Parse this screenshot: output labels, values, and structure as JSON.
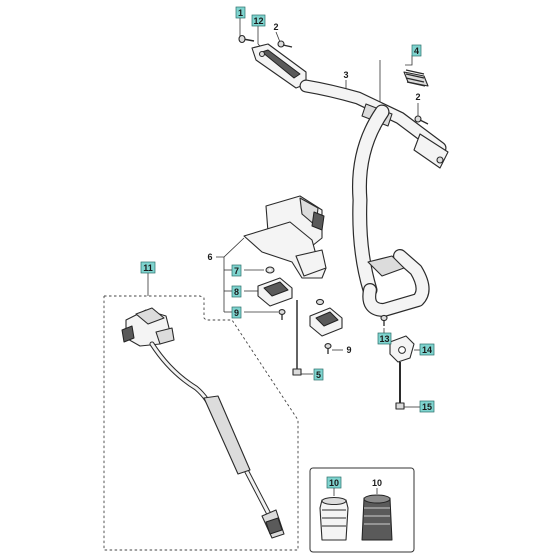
{
  "diagram": {
    "callouts": [
      {
        "id": "c1",
        "text": "1",
        "boxed": true
      },
      {
        "id": "c12",
        "text": "12",
        "boxed": true
      },
      {
        "id": "c2a",
        "text": "2",
        "boxed": false
      },
      {
        "id": "c4",
        "text": "4",
        "boxed": true
      },
      {
        "id": "c3",
        "text": "3",
        "boxed": false
      },
      {
        "id": "c2b",
        "text": "2",
        "boxed": false
      },
      {
        "id": "c6",
        "text": "6",
        "boxed": false
      },
      {
        "id": "c7",
        "text": "7",
        "boxed": true
      },
      {
        "id": "c8",
        "text": "8",
        "boxed": true
      },
      {
        "id": "c9a",
        "text": "9",
        "boxed": true
      },
      {
        "id": "c9b",
        "text": "9",
        "boxed": false
      },
      {
        "id": "c5",
        "text": "5",
        "boxed": true
      },
      {
        "id": "c11",
        "text": "11",
        "boxed": true
      },
      {
        "id": "c13",
        "text": "13",
        "boxed": true
      },
      {
        "id": "c14",
        "text": "14",
        "boxed": true
      },
      {
        "id": "c15",
        "text": "15",
        "boxed": true
      },
      {
        "id": "c10a",
        "text": "10",
        "boxed": true
      },
      {
        "id": "c10b",
        "text": "10",
        "boxed": false
      }
    ]
  }
}
